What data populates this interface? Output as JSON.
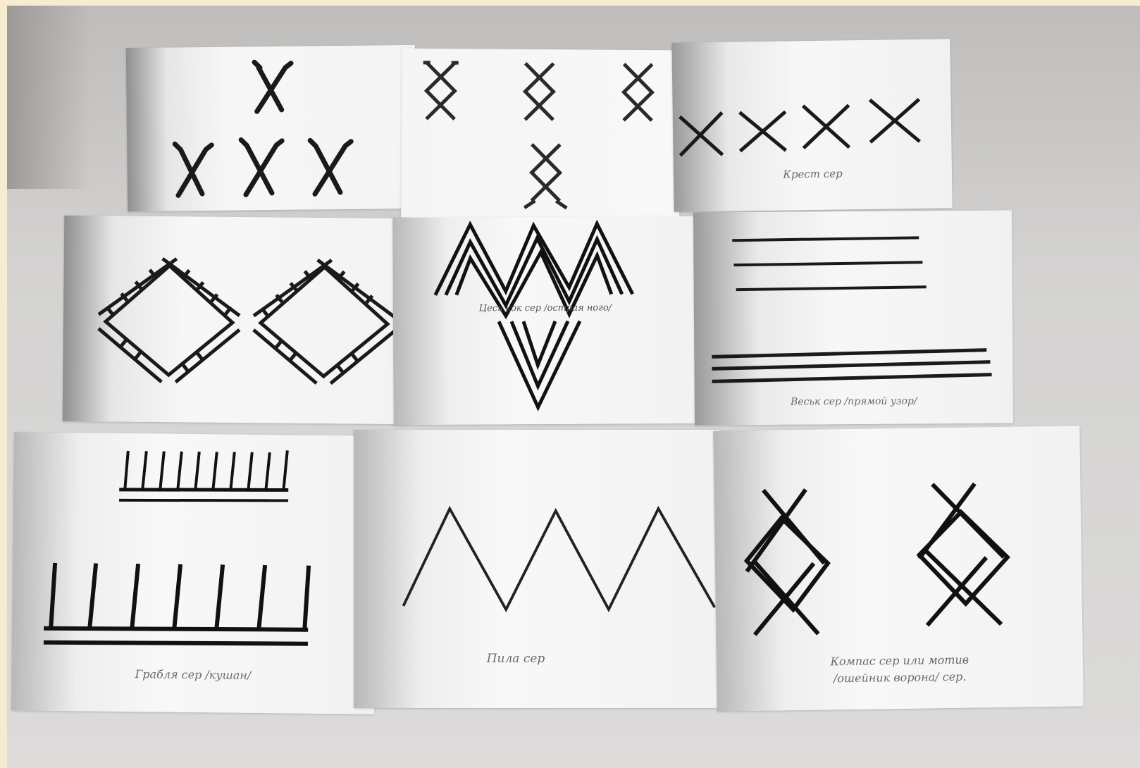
{
  "photo": {
    "subject": "printed ornament pattern cards",
    "colors": {
      "backdrop": "#f6eccf",
      "table": "#d4d3d2",
      "paper": "#f7f7f7",
      "ink": "#1a1a1a",
      "caption": "#6b6b6b"
    }
  },
  "cards": [
    {
      "id": "card-1",
      "caption": ""
    },
    {
      "id": "card-2",
      "caption": ""
    },
    {
      "id": "card-3",
      "caption": "Крест сер"
    },
    {
      "id": "card-4",
      "caption": ""
    },
    {
      "id": "card-5",
      "caption": "Цесь кок сер /острая ного/"
    },
    {
      "id": "card-6",
      "caption": "Веськ сер   /прямой узор/"
    },
    {
      "id": "card-7",
      "caption": "Грабля сер /кушан/"
    },
    {
      "id": "card-8",
      "caption": "Пила сер"
    },
    {
      "id": "card-9",
      "caption": "Компас сер или мотив\n/ошейник ворона/ сер."
    }
  ]
}
